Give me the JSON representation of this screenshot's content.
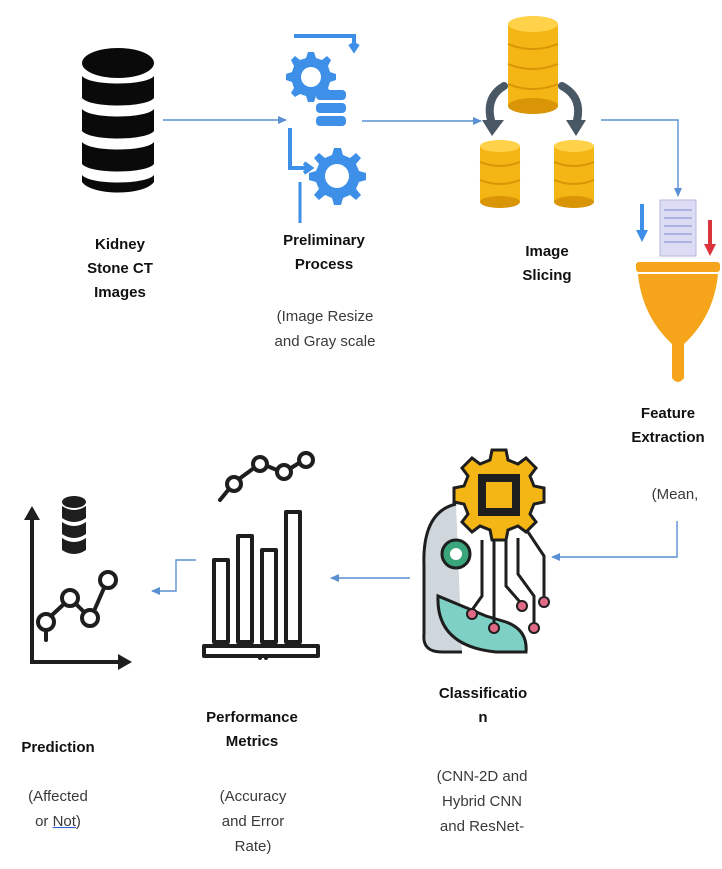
{
  "colors": {
    "arrow": "#5b8fd3",
    "database": "#0a0a0a",
    "gear_blue": "#3d8fe8",
    "coin_gold": "#f4b614",
    "coin_gold_dark": "#d99506",
    "icon_outline": "#1e1e1e",
    "funnel_orange": "#f6a51a",
    "down_arrow_red": "#d9353a"
  },
  "nodes": [
    {
      "id": "kidney-stone-ct-images",
      "icon": "database-icon",
      "title_lines": [
        "Kidney",
        "Stone CT",
        "Images"
      ],
      "sub_lines": []
    },
    {
      "id": "preliminary-process",
      "icon": "gear-database-icon",
      "title_lines": [
        "Preliminary",
        "Process"
      ],
      "sub_lines": [
        "(Image Resize",
        "and Gray scale"
      ]
    },
    {
      "id": "image-slicing",
      "icon": "coin-stacks-icon",
      "title_lines": [
        "Image",
        "Slicing"
      ],
      "sub_lines": []
    },
    {
      "id": "feature-extraction",
      "icon": "funnel-icon",
      "title_lines": [
        "Feature",
        "Extraction"
      ],
      "sub_lines": [
        "(Mean,"
      ]
    },
    {
      "id": "classification",
      "icon": "ai-robot-chip-icon",
      "title_lines": [
        "Classificatio",
        "n"
      ],
      "sub_lines": [
        "(CNN-2D and",
        "Hybrid CNN",
        "and ResNet-"
      ]
    },
    {
      "id": "performance-metrics",
      "icon": "bar-chart-icon",
      "title_lines": [
        "Performance",
        "Metrics"
      ],
      "sub_lines": [
        "(Accuracy",
        "and Error",
        "Rate)"
      ]
    },
    {
      "id": "prediction",
      "icon": "line-chart-icon",
      "title_lines": [
        "Prediction"
      ],
      "sub_lines": [
        "(Affected",
        "or Not)"
      ],
      "underlined_word": "Not"
    }
  ]
}
